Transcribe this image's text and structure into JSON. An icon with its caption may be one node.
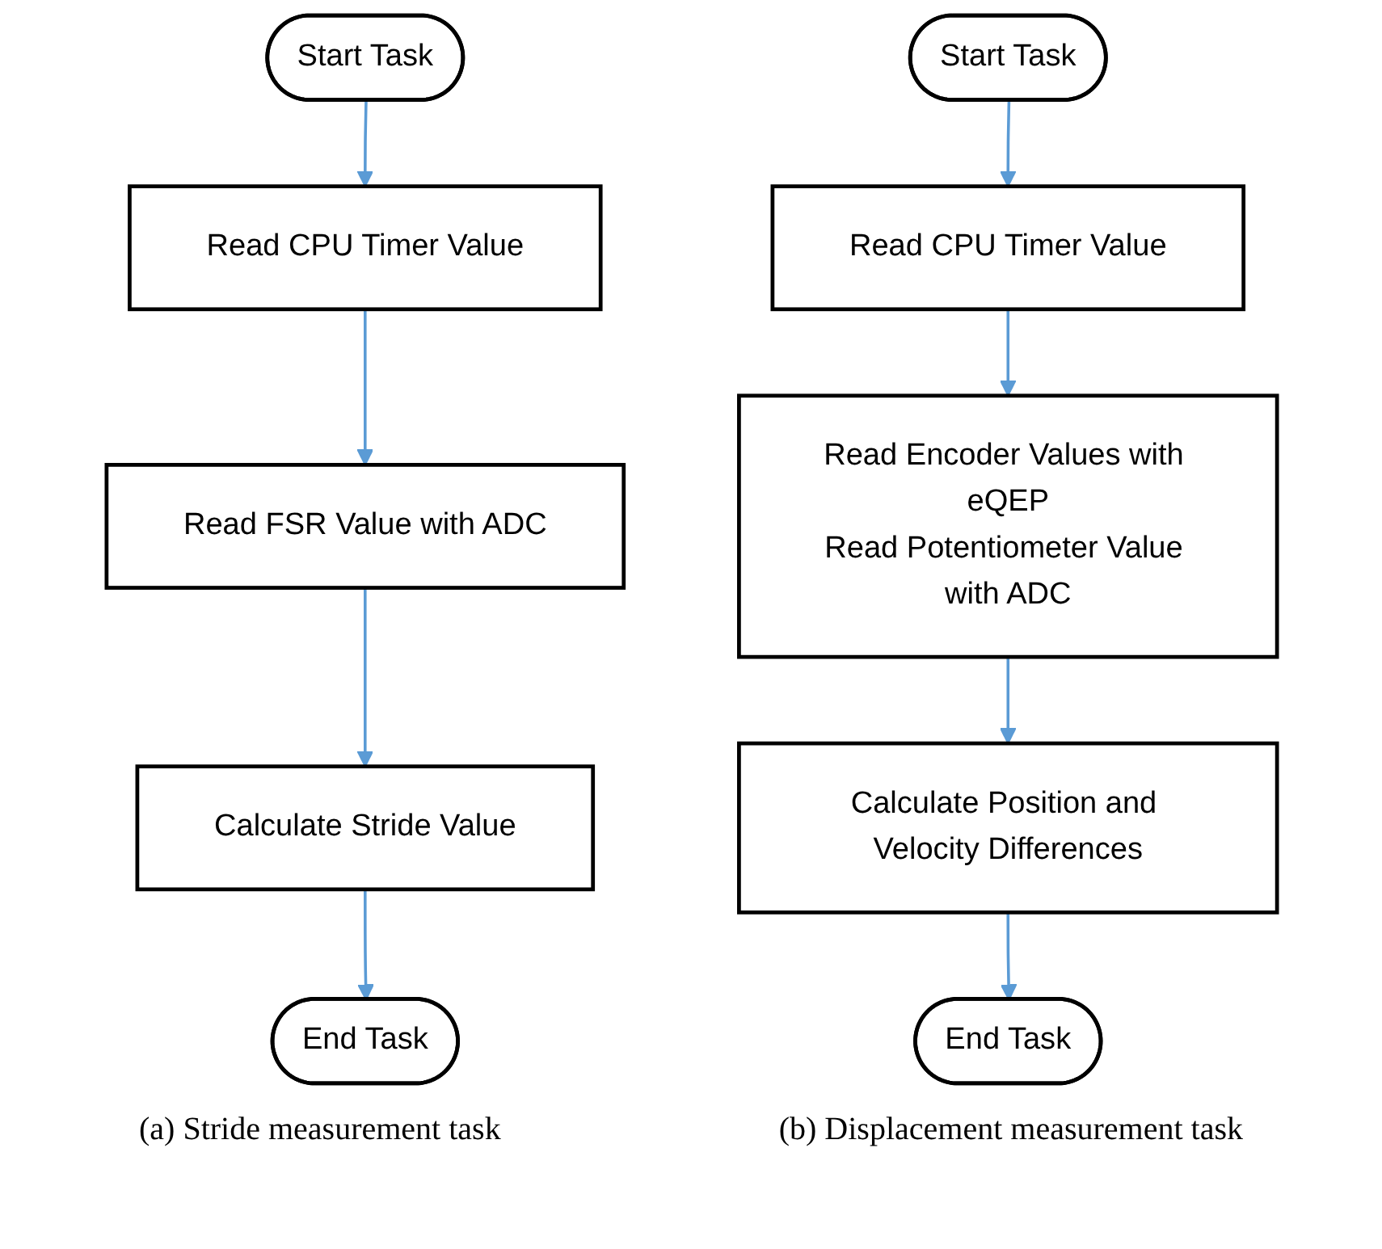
{
  "diagram": {
    "nodes": [
      {
        "text": [
          "Start Task"
        ]
      },
      {
        "text": [
          "Read CPU Timer Value"
        ]
      },
      {
        "text": [
          "Read FSR Value with ADC"
        ]
      },
      {
        "text": [
          "Calculate Stride Value"
        ]
      },
      {
        "text": [
          "End Task"
        ]
      },
      {
        "text": [
          "Start Task"
        ]
      },
      {
        "text": [
          "Read CPU Timer Value"
        ]
      },
      {
        "text": [
          "Read Encoder Values with eQEP",
          "Read Potentiometer Value with ADC"
        ]
      },
      {
        "text": [
          "Calculate Position and Velocity Differences"
        ]
      },
      {
        "text": [
          "End Task"
        ]
      }
    ],
    "edges": [
      {
        "from": 0,
        "to": 1,
        "arrow": "to"
      },
      {
        "from": 1,
        "to": 2,
        "arrow": "to"
      },
      {
        "from": 2,
        "to": 3,
        "arrow": "to"
      },
      {
        "from": 3,
        "to": 4,
        "arrow": "to"
      },
      {
        "from": 5,
        "to": 6,
        "arrow": "to"
      },
      {
        "from": 6,
        "to": 7,
        "arrow": "to"
      },
      {
        "from": 7,
        "to": 8,
        "arrow": "to"
      },
      {
        "from": 8,
        "to": 9,
        "arrow": "to"
      }
    ],
    "labels": [
      "(a) Stride measurement task",
      "(b) Displacement measurement task"
    ]
  }
}
